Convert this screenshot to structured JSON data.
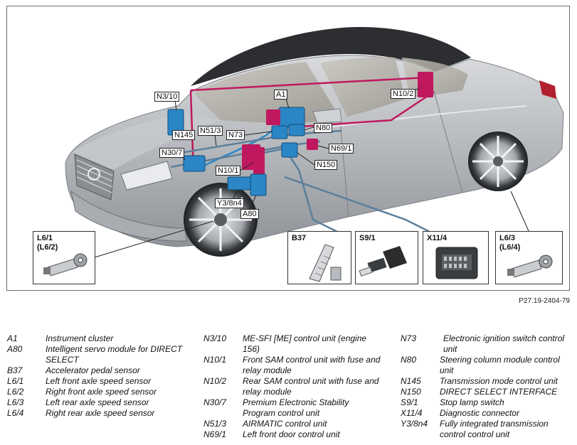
{
  "callouts": {
    "n3_10": "N3/10",
    "a1": "A1",
    "n10_2": "N10/2",
    "n145": "N145",
    "n51_3": "N51/3",
    "n73": "N73",
    "n80": "N80",
    "n69_1": "N69/1",
    "n30_7": "N30/7",
    "n150": "N150",
    "n10_1": "N10/1",
    "y3_8n4": "Y3/8n4",
    "a80": "A80"
  },
  "insets": [
    {
      "label": "L6/1\n(L6/2)",
      "depicts": "axle-speed-sensor"
    },
    {
      "label": "B37",
      "depicts": "accelerator-pedal-sensor"
    },
    {
      "label": "S9/1",
      "depicts": "stop-lamp-switch"
    },
    {
      "label": "X11/4",
      "depicts": "diagnostic-connector"
    },
    {
      "label": "L6/3\n(L6/4)",
      "depicts": "axle-speed-sensor"
    }
  ],
  "figure_code": "P27.19-2404-79",
  "legend": {
    "col1": [
      {
        "code": "A1",
        "desc": "Instrument cluster"
      },
      {
        "code": "A80",
        "desc": "Intelligent servo module for DIRECT SELECT"
      },
      {
        "code": "B37",
        "desc": "Accelerator pedal sensor"
      },
      {
        "code": "L6/1",
        "desc": "Left front axle speed sensor"
      },
      {
        "code": "L6/2",
        "desc": "Right front axle speed sensor"
      },
      {
        "code": "L6/3",
        "desc": "Left rear axle speed sensor"
      },
      {
        "code": "L6/4",
        "desc": "Right rear axle speed sensor"
      }
    ],
    "col2": [
      {
        "code": "N3/10",
        "desc": "ME-SFI [ME] control unit (engine 156)"
      },
      {
        "code": "N10/1",
        "desc": "Front SAM control unit with fuse and relay module"
      },
      {
        "code": "N10/2",
        "desc": "Rear SAM control unit with fuse and relay module"
      },
      {
        "code": "N30/7",
        "desc": "Premium Electronic Stability Program control unit"
      },
      {
        "code": "N51/3",
        "desc": "AIRMATIC control unit"
      },
      {
        "code": "N69/1",
        "desc": "Left front door control unit"
      }
    ],
    "col3": [
      {
        "code": "N73",
        "desc": "Electronic ignition switch control unit"
      },
      {
        "code": "N80",
        "desc": "Steering column module control unit"
      },
      {
        "code": "N145",
        "desc": "Transmission mode control unit"
      },
      {
        "code": "N150",
        "desc": "DIRECT SELECT INTERFACE"
      },
      {
        "code": "S9/1",
        "desc": "Stop lamp switch"
      },
      {
        "code": "X11/4",
        "desc": "Diagnostic connector"
      },
      {
        "code": "Y3/8n4",
        "desc": "Fully integrated transmission control control unit"
      }
    ]
  },
  "colors": {
    "module_blue": "#2b86c6",
    "module_magenta": "#c0185f",
    "car_body": "#b9bcc0",
    "frame": "#6d6d6d"
  }
}
